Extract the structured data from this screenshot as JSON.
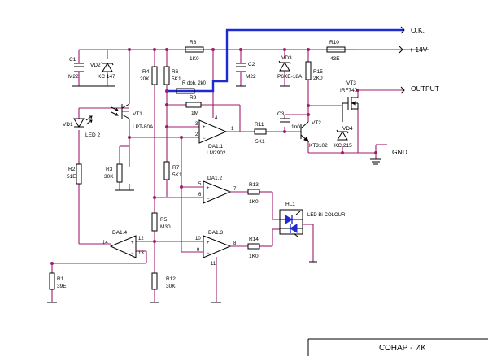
{
  "title_block": {
    "title": "СОНАР - ИК"
  },
  "nets": {
    "ok": "O.K.",
    "plus14": "+ 14V",
    "output": "OUTPUT",
    "gnd": "GND"
  },
  "resistors": {
    "R1": {
      "ref": "R1",
      "value": "39E"
    },
    "R2": {
      "ref": "R2",
      "value": "51E"
    },
    "R3": {
      "ref": "R3",
      "value": "30K"
    },
    "R4": {
      "ref": "R4",
      "value": "20K"
    },
    "R5": {
      "ref": "R5",
      "value": "M30"
    },
    "R6": {
      "ref": "R6",
      "value": "5K1"
    },
    "R7": {
      "ref": "R7",
      "value": "5K1"
    },
    "R8": {
      "ref": "R8",
      "value": "1K0"
    },
    "R9": {
      "ref": "R9",
      "value": "1M"
    },
    "R10": {
      "ref": "R10",
      "value": "43E"
    },
    "R11": {
      "ref": "R11",
      "value": "5K1"
    },
    "R12": {
      "ref": "R12",
      "value": "30K"
    },
    "R13": {
      "ref": "R13",
      "value": "1K0"
    },
    "R14": {
      "ref": "R14",
      "value": "1K0"
    },
    "R15": {
      "ref": "R15",
      "value": "2K0"
    },
    "Rdob": {
      "label": "R dob. 2k0"
    }
  },
  "capacitors": {
    "C1": {
      "ref": "C1",
      "value": "M22"
    },
    "C2": {
      "ref": "C2",
      "value": "M22"
    },
    "C3": {
      "ref": "C3",
      "value": "1n0"
    }
  },
  "semis": {
    "VD1": {
      "ref": "VD1",
      "value": "LED 2"
    },
    "VD2": {
      "ref": "VD2",
      "value": "KC 147"
    },
    "VD3": {
      "ref": "VD3",
      "value": "P6KE-18A"
    },
    "VD4": {
      "ref": "VD4",
      "value": "KC 215"
    },
    "VT1": {
      "ref": "VT1",
      "value": "LPT-80A"
    },
    "VT2": {
      "ref": "VT2",
      "value": "KT3102"
    },
    "VT3": {
      "ref": "VT3",
      "value": "IRF740"
    },
    "HL1": {
      "ref": "HL1",
      "value": "LED Bi-COLOUR"
    }
  },
  "opamps": {
    "DA1_1": {
      "ref": "DA1.1",
      "part": "LM2902",
      "pins": [
        "3",
        "2",
        "1",
        "4"
      ]
    },
    "DA1_2": {
      "ref": "DA1.2",
      "pins": [
        "5",
        "6",
        "7"
      ]
    },
    "DA1_3": {
      "ref": "DA1.3",
      "pins": [
        "10",
        "9",
        "8",
        "11"
      ]
    },
    "DA1_4": {
      "ref": "DA1.4",
      "pins": [
        "12",
        "13",
        "14"
      ]
    }
  },
  "colors": {
    "wire": "#a01c6c",
    "bold_wire": "#1f2bd1",
    "component": "#000000",
    "background": "#ffffff"
  }
}
